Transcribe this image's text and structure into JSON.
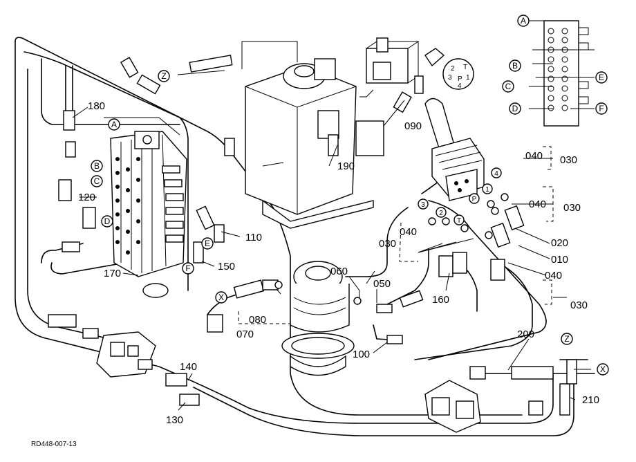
{
  "diagram": {
    "part_numbers": [
      "010",
      "020",
      "030",
      "040",
      "050",
      "060",
      "070",
      "080",
      "090",
      "100",
      "110",
      "120",
      "130",
      "140",
      "150",
      "160",
      "170",
      "180",
      "190",
      "200",
      "210"
    ],
    "circle_letters": [
      "A",
      "B",
      "C",
      "D",
      "E",
      "F",
      "X",
      "Z",
      "P",
      "T",
      "1",
      "2",
      "3",
      "4"
    ],
    "labels": {
      "p180": "180",
      "p120": "120",
      "p170": "170",
      "p110": "110",
      "p150": "150",
      "p190": "190",
      "p090": "090",
      "p040a": "040",
      "p030a": "030",
      "p040b": "040",
      "p030b": "030",
      "p040c": "040",
      "p030c": "030",
      "p020": "020",
      "p010": "010",
      "p040d": "040",
      "p030d": "030",
      "p060": "060",
      "p050": "050",
      "p080": "080",
      "p070": "070",
      "p160": "160",
      "p100": "100",
      "p200": "200",
      "p210": "210",
      "p140": "140",
      "p130": "130",
      "cA": "A",
      "cB": "B",
      "cC": "C",
      "cD": "D",
      "cE": "E",
      "cF": "F",
      "cZ": "Z",
      "cX": "X",
      "rA": "A",
      "rB": "B",
      "rC": "C",
      "rD": "D",
      "rE": "E",
      "rF": "F",
      "rZ": "Z",
      "rX": "X",
      "j1": "1",
      "j2": "2",
      "j3": "3",
      "j4": "4",
      "jP": "P",
      "jT": "T",
      "caption": "RD448-007-13"
    }
  }
}
